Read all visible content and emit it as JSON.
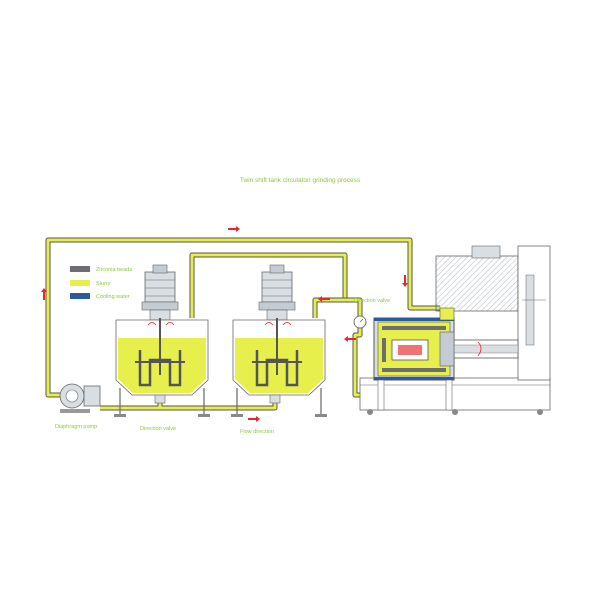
{
  "title": "Twin shift tank circulaton grinding process",
  "legend": [
    {
      "label": "Zirconia beads",
      "color": "#6d6e71"
    },
    {
      "label": "Slurry",
      "color": "#e7ef4c"
    },
    {
      "label": "Cooling water",
      "color": "#2b5aa0"
    }
  ],
  "labels": {
    "pump": "Diaphragm pump",
    "valve_bottom": "Direction valve",
    "flow": "Flow direction",
    "valve_right": "Direction valve"
  },
  "colors": {
    "slurry": "#e7ef4c",
    "beads": "#6d6e71",
    "water": "#2b5aa0",
    "label": "#8dc63f",
    "arrow": "#e8262b",
    "metal": "#d9dee3"
  }
}
